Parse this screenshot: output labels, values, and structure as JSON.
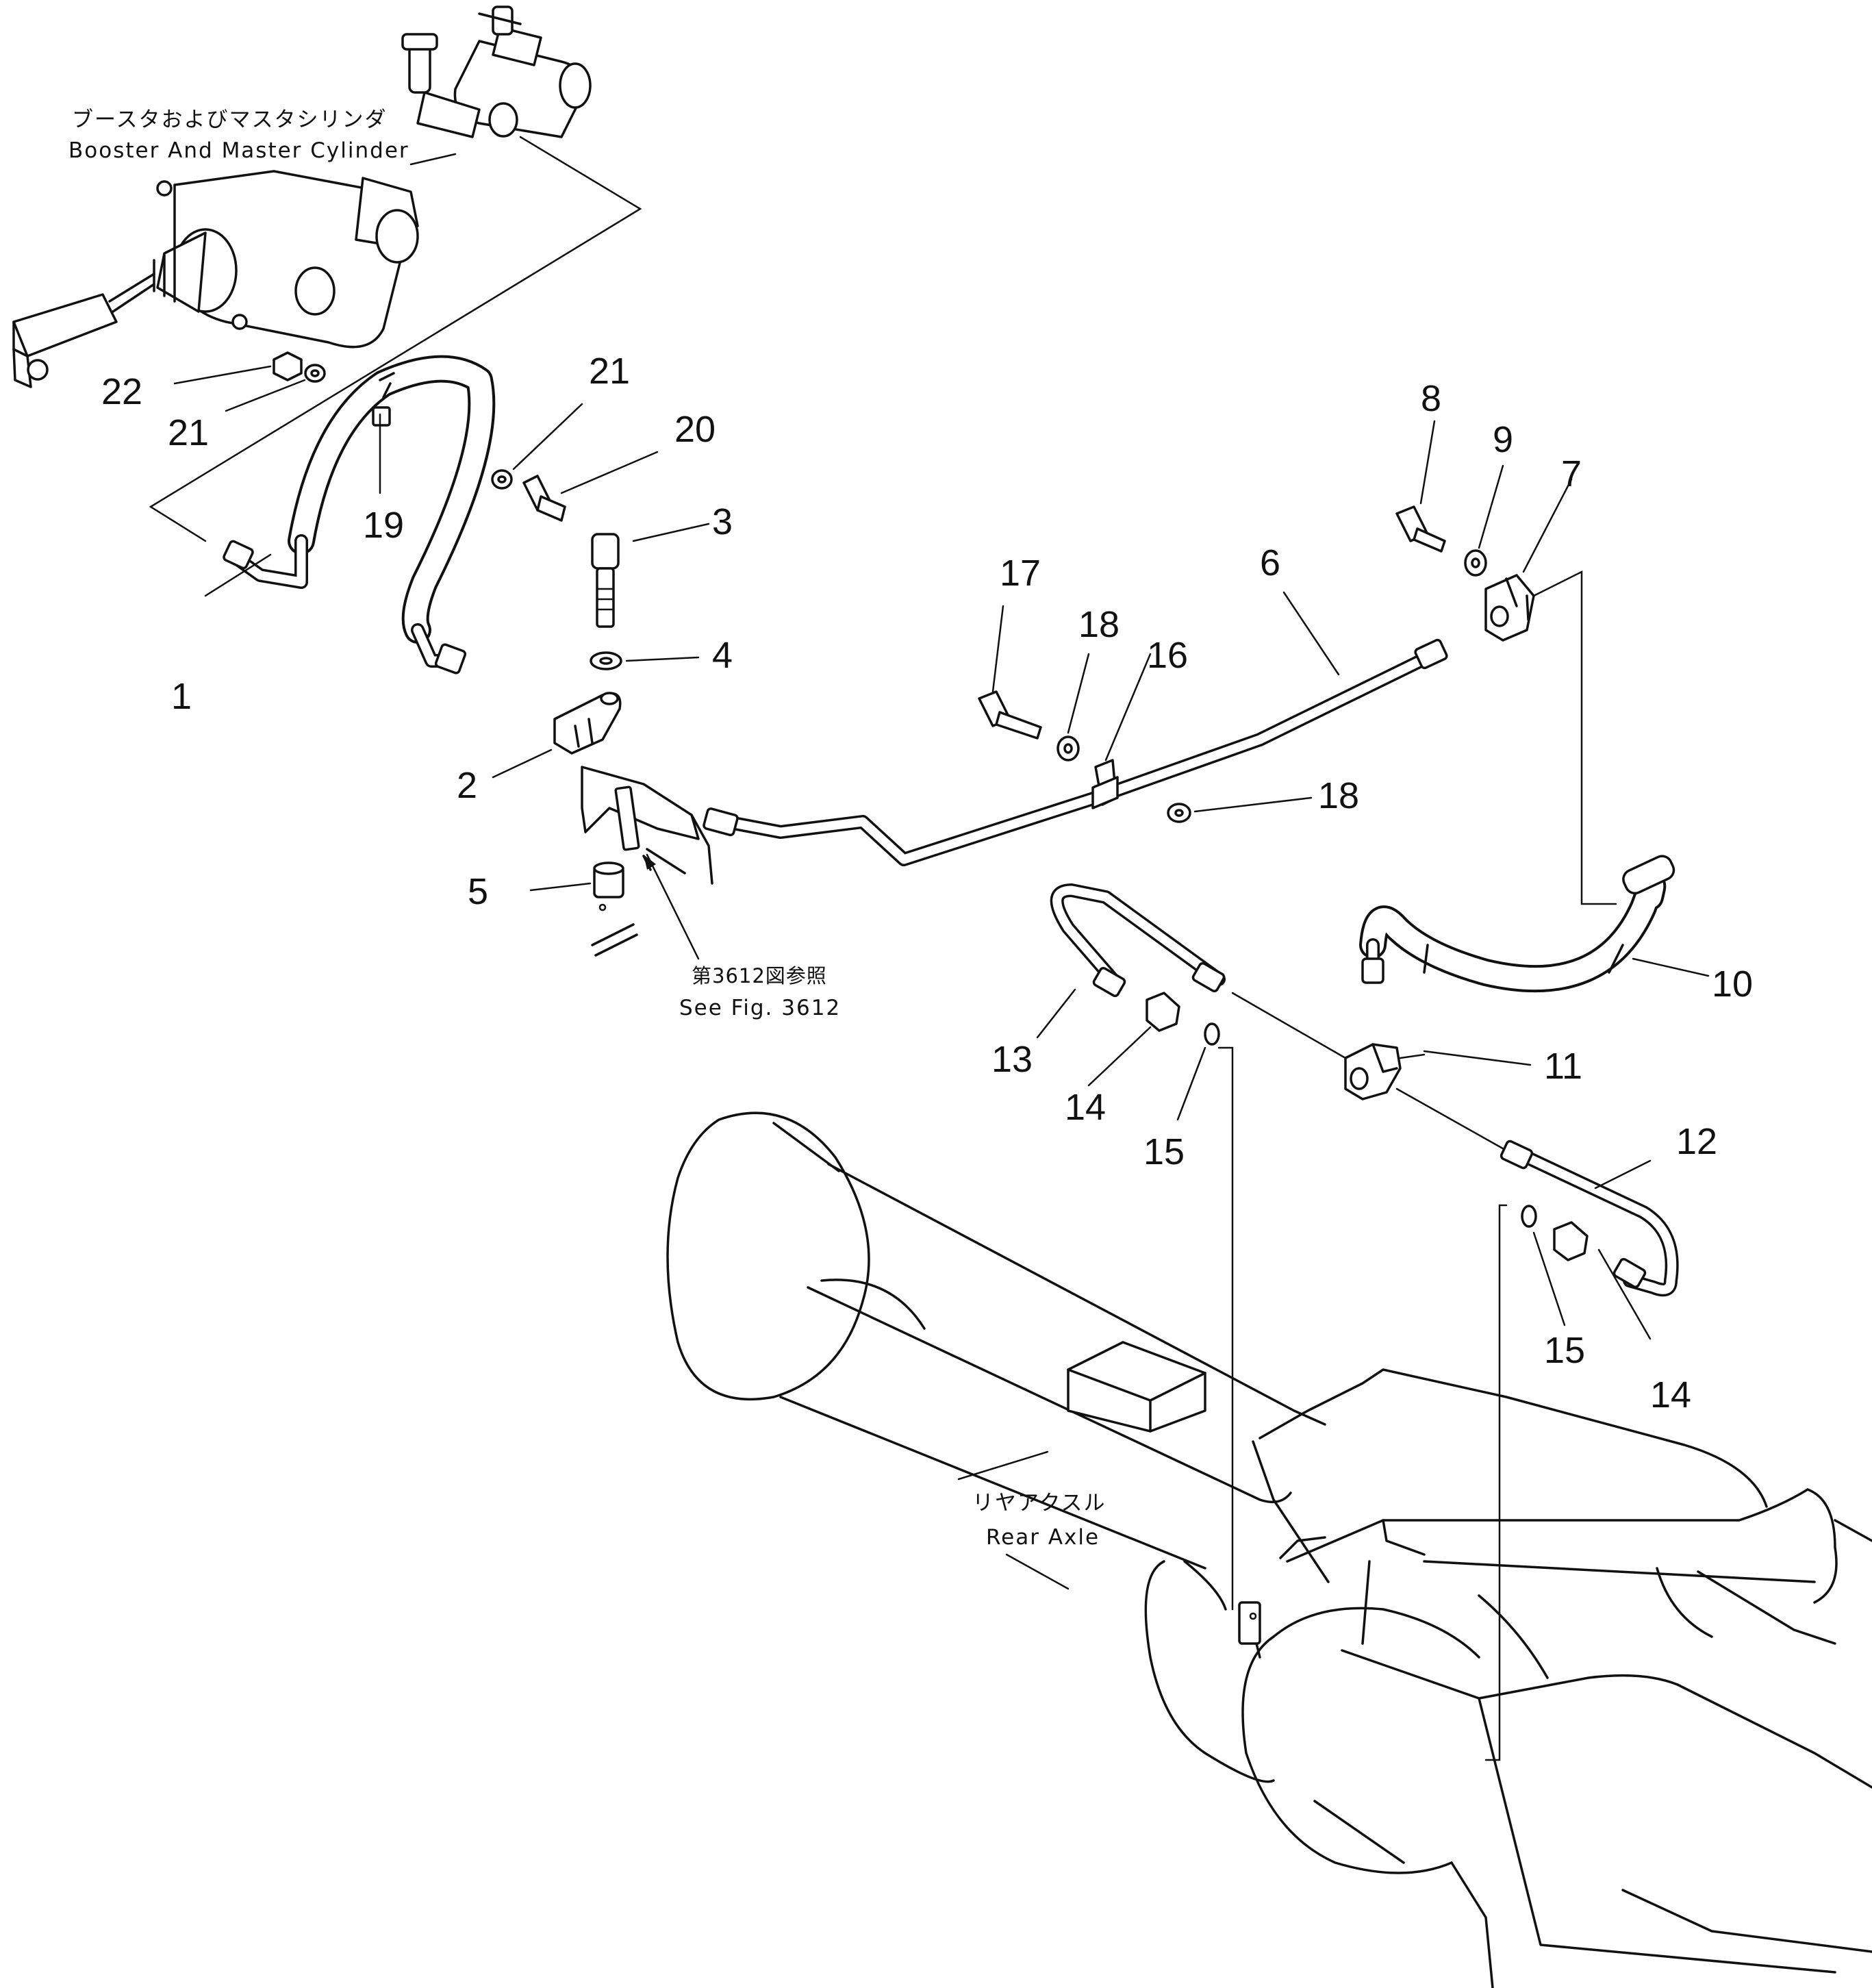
{
  "annotations": {
    "booster_jp": "ブースタおよびマスタシリンダ",
    "booster_en": "Booster And Master Cylinder",
    "see_fig_jp": "第3612図参照",
    "see_fig_en": "See Fig. 3612",
    "rear_axle_jp": "リヤアクスル",
    "rear_axle_en": "Rear Axle"
  },
  "callouts": [
    {
      "id": "p1",
      "label": "1"
    },
    {
      "id": "p2",
      "label": "2"
    },
    {
      "id": "p3",
      "label": "3"
    },
    {
      "id": "p4",
      "label": "4"
    },
    {
      "id": "p5",
      "label": "5"
    },
    {
      "id": "p6",
      "label": "6"
    },
    {
      "id": "p7",
      "label": "7"
    },
    {
      "id": "p8",
      "label": "8"
    },
    {
      "id": "p9",
      "label": "9"
    },
    {
      "id": "p10",
      "label": "10"
    },
    {
      "id": "p11",
      "label": "11"
    },
    {
      "id": "p12",
      "label": "12"
    },
    {
      "id": "p13",
      "label": "13"
    },
    {
      "id": "p14a",
      "label": "14"
    },
    {
      "id": "p14b",
      "label": "14"
    },
    {
      "id": "p15a",
      "label": "15"
    },
    {
      "id": "p15b",
      "label": "15"
    },
    {
      "id": "p16",
      "label": "16"
    },
    {
      "id": "p17",
      "label": "17"
    },
    {
      "id": "p18a",
      "label": "18"
    },
    {
      "id": "p18b",
      "label": "18"
    },
    {
      "id": "p19",
      "label": "19"
    },
    {
      "id": "p20",
      "label": "20"
    },
    {
      "id": "p21a",
      "label": "21"
    },
    {
      "id": "p21b",
      "label": "21"
    },
    {
      "id": "p22",
      "label": "22"
    }
  ]
}
